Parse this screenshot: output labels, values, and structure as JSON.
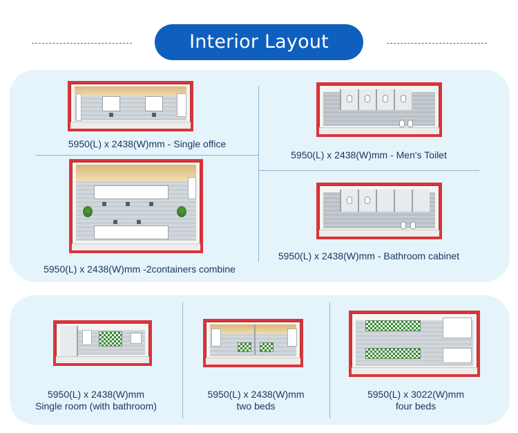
{
  "header": {
    "title": "Interior Layout"
  },
  "colors": {
    "title_pill": "#0f5fbf",
    "panel_bg": "#e5f4fb",
    "container_frame": "#d9353b",
    "caption_text": "#1c3561"
  },
  "layouts": [
    {
      "id": "single-office",
      "caption": "5950(L) x 2438(W)mm - Single office"
    },
    {
      "id": "two-containers",
      "caption": "5950(L) x 2438(W)mm -2containers combine"
    },
    {
      "id": "mens-toilet",
      "caption": "5950(L) x 2438(W)mm - Men's Toilet"
    },
    {
      "id": "bathroom-cabinet",
      "caption": "5950(L) x 2438(W)mm - Bathroom cabinet"
    },
    {
      "id": "single-room",
      "caption_line1": "5950(L) x 2438(W)mm",
      "caption_line2": "Single room (with bathroom)"
    },
    {
      "id": "two-beds",
      "caption_line1": "5950(L) x 2438(W)mm",
      "caption_line2": "two beds"
    },
    {
      "id": "four-beds",
      "caption_line1": "5950(L) x 3022(W)mm",
      "caption_line2": "four beds"
    }
  ]
}
